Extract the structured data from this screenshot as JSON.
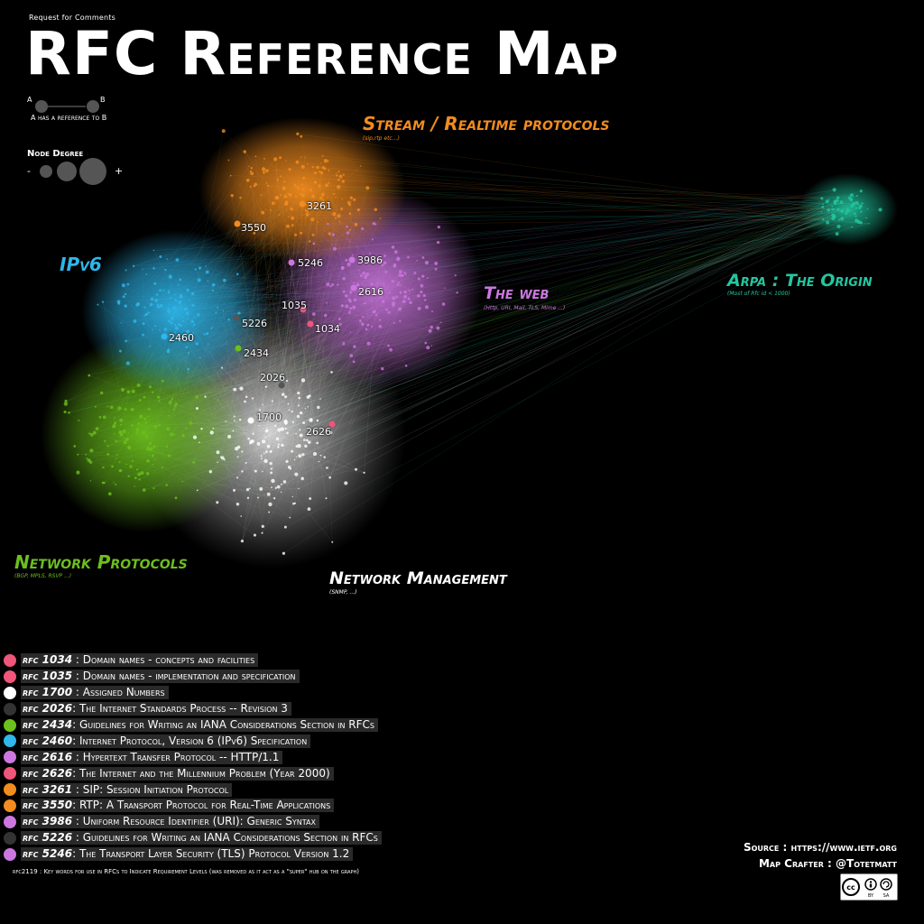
{
  "header": {
    "supertitle": "Request for Comments",
    "title": "RFC Reference Map"
  },
  "legend": {
    "arrow_from": "A",
    "arrow_to": "B",
    "arrow_caption": "A has a reference to B",
    "degree_title": "Node Degree",
    "degree_minus": "-",
    "degree_plus": "+"
  },
  "clusters": [
    {
      "id": "stream",
      "title": "Stream / Realtime protocols",
      "subtitle": "(sip,rtp etc...)",
      "color": "#f28c1f"
    },
    {
      "id": "ipv6",
      "title": "IPv6",
      "subtitle": "",
      "color": "#2fb6ea"
    },
    {
      "id": "web",
      "title": "The web",
      "subtitle": "(Http, URI, Mail, TLS, Mime ...)",
      "color": "#cc77e0"
    },
    {
      "id": "arpa",
      "title": "Arpa : The Origin",
      "subtitle": "(Most of Rfc id < 1000)",
      "color": "#22c7a0"
    },
    {
      "id": "network",
      "title": "Network Protocols",
      "subtitle": "(BGP, MPLS, RSVP ...)",
      "color": "#6cbf1d"
    },
    {
      "id": "mgmt",
      "title": "Network Management",
      "subtitle": "(SNMP, ...)",
      "color": "#ffffff"
    }
  ],
  "node_labels": [
    "3261",
    "3550",
    "5246",
    "3986",
    "2616",
    "1035",
    "1034",
    "5226",
    "2460",
    "2434",
    "2026",
    "1700",
    "2626"
  ],
  "rfc_list": [
    {
      "num": "rfc 1034",
      "title": "Domain names - concepts and facilities",
      "color": "#f0557a",
      "sep": " : "
    },
    {
      "num": "rfc 1035",
      "title": "Domain names - implementation and specification",
      "color": "#f0557a",
      "sep": " : "
    },
    {
      "num": "rfc 1700",
      "title": "Assigned Numbers",
      "color": "#ffffff",
      "sep": " : "
    },
    {
      "num": "rfc 2026",
      "title": "The Internet Standards Process -- Revision 3",
      "color": "#333333",
      "sep": ": "
    },
    {
      "num": "rfc 2434",
      "title": "Guidelines for Writing an IANA Considerations Section in RFCs",
      "color": "#6cbf1d",
      "sep": ": "
    },
    {
      "num": "rfc 2460",
      "title": "Internet Protocol, Version 6 (IPv6) Specification",
      "color": "#2fb6ea",
      "sep": ": "
    },
    {
      "num": "rfc 2616",
      "title": "Hypertext Transfer Protocol -- HTTP/1.1",
      "color": "#cc77e0",
      "sep": " : "
    },
    {
      "num": "rfc 2626",
      "title": "The Internet and the Millennium Problem (Year 2000)",
      "color": "#f0557a",
      "sep": ": "
    },
    {
      "num": "rfc 3261",
      "title": "SIP: Session Initiation Protocol",
      "color": "#f28c1f",
      "sep": " : "
    },
    {
      "num": "rfc 3550",
      "title": "RTP: A Transport Protocol for Real-Time Applications",
      "color": "#f28c1f",
      "sep": ": "
    },
    {
      "num": "rfc 3986",
      "title": "Uniform Resource Identifier (URI): Generic Syntax",
      "color": "#cc77e0",
      "sep": " : "
    },
    {
      "num": "rfc 5226",
      "title": "Guidelines for Writing an IANA Considerations Section in RFCs",
      "color": "#333333",
      "sep": " : "
    },
    {
      "num": "rfc 5246",
      "title": "The Transport Layer Security (TLS) Protocol Version 1.2",
      "color": "#cc77e0",
      "sep": ": "
    }
  ],
  "footnote": "rfc2119 : Key words for use in RFCs to Indicate Requirement Levels (was removed as it act as a \"super\" hub on the graph)",
  "credits": {
    "source": "Source : https://www.ietf.org",
    "crafter": "Map Crafter : @Totetmatt"
  },
  "license": {
    "icons": [
      "cc-icon",
      "by-icon",
      "sa-icon"
    ],
    "by": "BY",
    "sa": "SA"
  }
}
